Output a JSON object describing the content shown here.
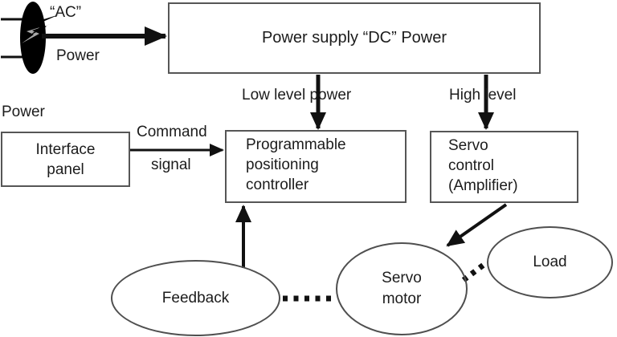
{
  "diagram": {
    "type": "block-diagram",
    "background": "#ffffff",
    "nodes": {
      "power_supply": {
        "label": "Power supply “DC” Power",
        "shape": "rectangle"
      },
      "interface_panel": {
        "line1": "Interface",
        "line2": "panel",
        "shape": "rectangle"
      },
      "controller": {
        "line1": "Programmable",
        "line2": "positioning",
        "line3": "controller",
        "shape": "rectangle"
      },
      "servo_control": {
        "line1": "Servo",
        "line2": "control",
        "line3": "(Amplifier)",
        "shape": "rectangle"
      },
      "feedback": {
        "label": "Feedback",
        "shape": "ellipse"
      },
      "servo_motor": {
        "line1": "Servo",
        "line2": "motor",
        "shape": "ellipse"
      },
      "load": {
        "label": "Load",
        "shape": "ellipse"
      }
    },
    "labels": {
      "ac": "“AC”",
      "ac_power": "Power",
      "panel_power": "Power",
      "command": "Command",
      "signal": "signal",
      "low_level": "Low level power",
      "high_level": "High level"
    },
    "icons": {
      "plug": "ac-plug-icon",
      "bolt": "lightning-bolt-icon"
    },
    "connections": [
      {
        "from": "ac-plug",
        "to": "power_supply",
        "label": "“AC” Power",
        "style": "solid-arrow"
      },
      {
        "from": "power_supply",
        "to": "controller",
        "label": "Low level power",
        "style": "solid-arrow"
      },
      {
        "from": "power_supply",
        "to": "servo_control",
        "label": "High level",
        "style": "solid-arrow"
      },
      {
        "from": "interface_panel",
        "to": "controller",
        "label": "Command signal",
        "style": "solid-arrow"
      },
      {
        "from": "feedback",
        "to": "controller",
        "label": "",
        "style": "solid-arrow"
      },
      {
        "from": "servo_control",
        "to": "servo_motor",
        "label": "",
        "style": "solid-arrow"
      },
      {
        "from": "feedback",
        "to": "servo_motor",
        "label": "",
        "style": "dotted-line"
      },
      {
        "from": "servo_motor",
        "to": "load",
        "label": "",
        "style": "dotted-line"
      }
    ],
    "colors": {
      "line": "#111111",
      "box_border": "#565656",
      "ellipse_border": "#4f4f4f",
      "text": "#1c1c1c",
      "bolt_gray": "#a8a8a8",
      "background": "#ffffff"
    }
  }
}
